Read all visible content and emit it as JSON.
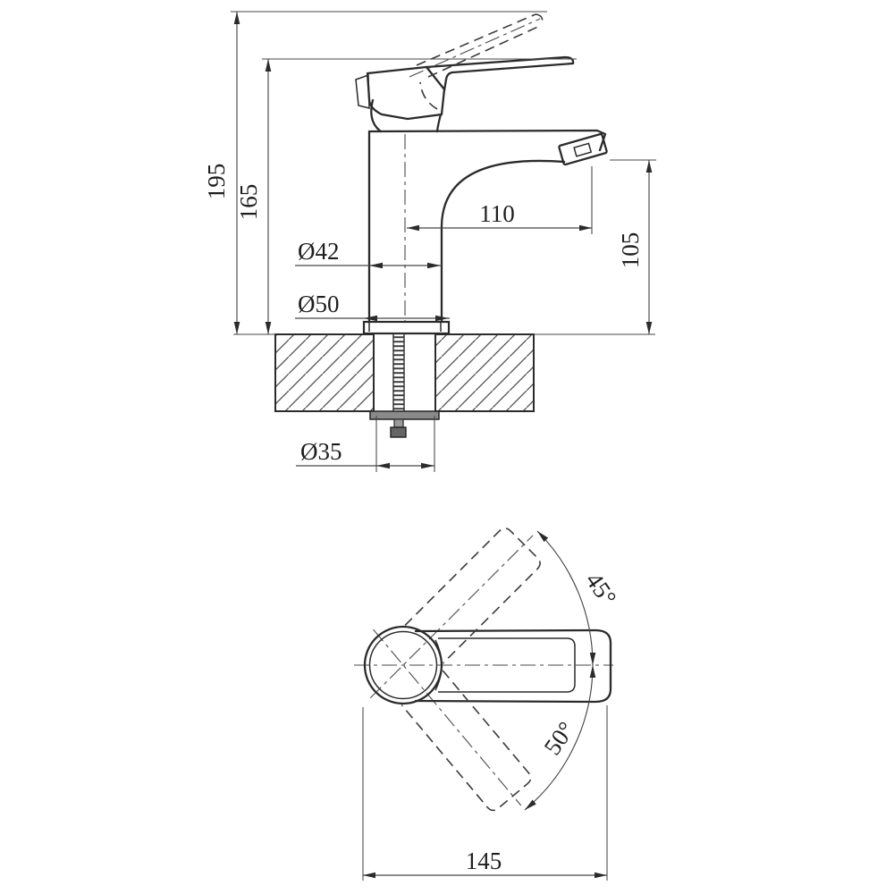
{
  "drawing": {
    "line_color": "#2b2b2b",
    "thin_line_color": "#474747",
    "text_color": "#1e1e1e",
    "background": "#ffffff"
  },
  "side_view": {
    "overall_height": "195",
    "height_to_lever": "165",
    "spout_reach": "110",
    "spout_outlet_height": "105",
    "body_diameter": "Ø42",
    "base_diameter": "Ø50",
    "mounting_hole_diameter": "Ø35"
  },
  "plan_view": {
    "lever_swing_up": "45°",
    "lever_swing_down": "50°",
    "overall_length": "145"
  }
}
